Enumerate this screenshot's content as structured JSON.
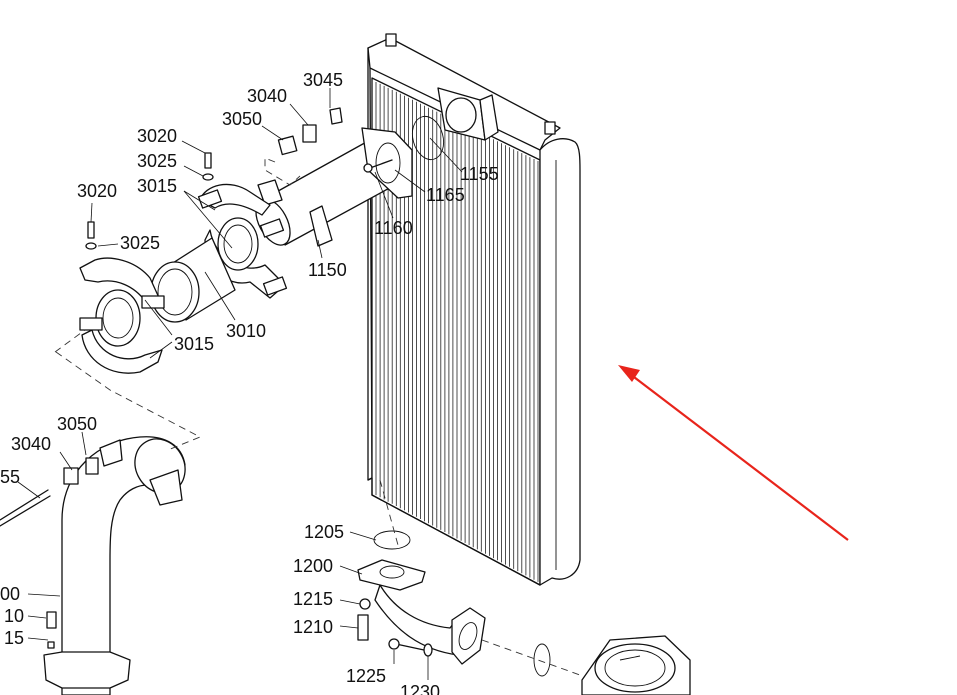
{
  "labels": {
    "l3045": "3045",
    "l3040a": "3040",
    "l3050a": "3050",
    "l3020a": "3020",
    "l3025a": "3025",
    "l3015a": "3015",
    "l3020b": "3020",
    "l3025b": "3025",
    "l3015b": "3015",
    "l3010": "3010",
    "l1150": "1150",
    "l1155": "1155",
    "l1165": "1165",
    "l1160": "1160",
    "l3050b": "3050",
    "l3040b": "3040",
    "l55": "55",
    "l00": "00",
    "l10": "10",
    "l15": "15",
    "l1205": "1205",
    "l1200": "1200",
    "l1215": "1215",
    "l1210": "1210",
    "l1225": "1225",
    "l1230": "1230"
  },
  "colors": {
    "arrow": "#e8241b",
    "line": "#111111",
    "background": "#ffffff"
  }
}
